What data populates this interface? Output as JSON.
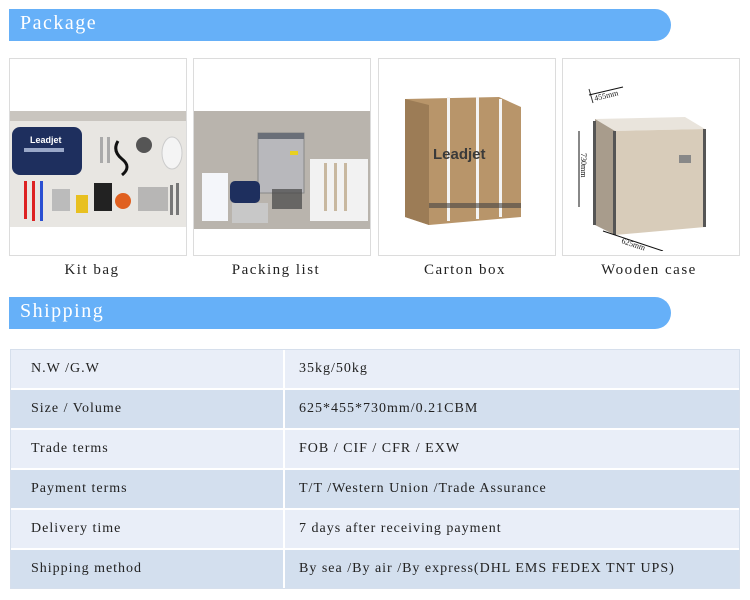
{
  "package": {
    "title": "Package",
    "items": [
      {
        "label": "Kit bag",
        "image": "kit-bag-photo"
      },
      {
        "label": "Packing list",
        "image": "packing-list-photo"
      },
      {
        "label": "Carton box",
        "image": "carton-box-photo",
        "brand": "Leadjet"
      },
      {
        "label": "Wooden case",
        "image": "wooden-case-photo",
        "dims": {
          "w": "455mm",
          "h": "730mm",
          "l": "625mm"
        }
      }
    ]
  },
  "shipping": {
    "title": "Shipping",
    "rows": [
      {
        "key": "N.W /G.W",
        "value": "35kg/50kg"
      },
      {
        "key": "Size / Volume",
        "value": "625*455*730mm/0.21CBM"
      },
      {
        "key": "Trade terms",
        "value": "FOB / CIF / CFR / EXW"
      },
      {
        "key": "Payment terms",
        "value": "T/T /Western Union /Trade Assurance"
      },
      {
        "key": "Delivery time",
        "value": "7 days after receiving payment"
      },
      {
        "key": "Shipping method",
        "value": "By sea /By air /By express(DHL EMS FEDEX TNT UPS)"
      }
    ]
  },
  "colors": {
    "accent": "#66b0f8",
    "row_light": "#e9eef8",
    "row_dark": "#d3dfee"
  }
}
